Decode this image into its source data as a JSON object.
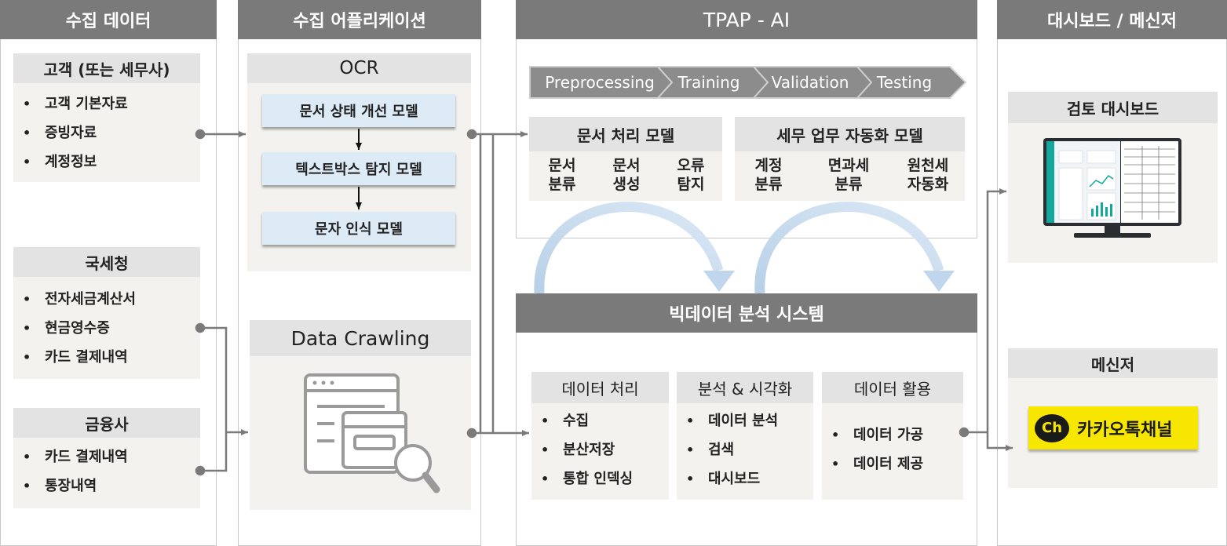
{
  "columns": {
    "data": {
      "title": "수집 데이터",
      "groups": [
        {
          "title": "고객 (또는 세무사)",
          "items": [
            "고객 기본자료",
            "증빙자료",
            "계정정보"
          ]
        },
        {
          "title": "국세청",
          "items": [
            "전자세금계산서",
            "현금영수증",
            "카드 결제내역"
          ]
        },
        {
          "title": "금융사",
          "items": [
            "카드 결제내역",
            "통장내역"
          ]
        }
      ]
    },
    "app": {
      "title": "수집 어플리케이션",
      "ocr": {
        "title": "OCR",
        "models": [
          "문서 상태 개선 모델",
          "텍스트박스 탐지 모델",
          "문자 인식 모델"
        ]
      },
      "crawl": {
        "title": "Data Crawling",
        "icon": "browser-search-icon"
      }
    },
    "ai": {
      "title": "TPAP - AI",
      "pipeline": [
        "Preprocessing",
        "Training",
        "Validation",
        "Testing"
      ],
      "doc_model": {
        "title": "문서 처리 모델",
        "items": [
          [
            "문서",
            "분류"
          ],
          [
            "문서",
            "생성"
          ],
          [
            "오류",
            "탐지"
          ]
        ]
      },
      "tax_model": {
        "title": "세무 업무 자동화 모델",
        "items": [
          [
            "계정",
            "분류"
          ],
          [
            "면과세",
            "분류"
          ],
          [
            "원천세",
            "자동화"
          ]
        ]
      }
    },
    "bigdata": {
      "title": "빅데이터 분석 시스템",
      "sections": [
        {
          "title": "데이터 처리",
          "items": [
            "수집",
            "분산저장",
            "통합 인덱싱"
          ]
        },
        {
          "title": "분석 & 시각화",
          "items": [
            "데이터 분석",
            "검색",
            "대시보드"
          ]
        },
        {
          "title": "데이터 활용",
          "items": [
            "데이터 가공",
            "데이터 제공"
          ]
        }
      ]
    },
    "output": {
      "title": "대시보드 / 메신저",
      "dashboard": {
        "title": "검토 대시보드",
        "icon": "monitor-dashboard-icon"
      },
      "messenger": {
        "title": "메신저",
        "badge": "Ch",
        "channel": "카카오톡채널",
        "badge_color": "#f7e600"
      }
    }
  },
  "colors": {
    "header": "#7a7a7a",
    "subheader": "#e3e3e3",
    "panel": "#f3f2ee",
    "model_box": "#ddebf7",
    "arrow_arc": "#c7dcef"
  }
}
